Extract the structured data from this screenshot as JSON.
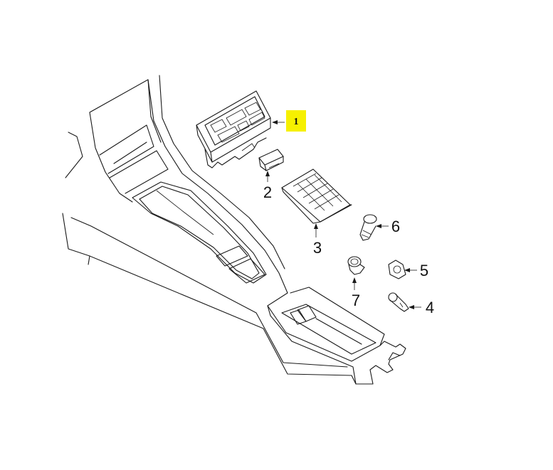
{
  "callouts": [
    {
      "label": "1",
      "highlighted": true
    },
    {
      "label": "2"
    },
    {
      "label": "3"
    },
    {
      "label": "4"
    },
    {
      "label": "5"
    },
    {
      "label": "6"
    },
    {
      "label": "7"
    }
  ],
  "colors": {
    "highlight": "#f6f000",
    "line": "#1a1a1a",
    "background": "#ffffff"
  }
}
